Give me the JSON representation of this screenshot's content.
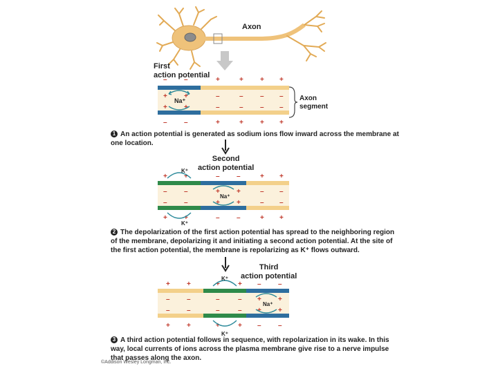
{
  "labels": {
    "axon": "Axon",
    "first_ap": "First\naction potential",
    "axon_segment": "Axon\nsegment",
    "second_ap": "Second\naction potential",
    "third_ap": "Third\naction potential",
    "na": "Na⁺",
    "k": "K⁺",
    "plus": "+",
    "minus": "–"
  },
  "captions": [
    {
      "num": "1",
      "text": "An action potential is generated as sodium ions flow inward across the membrane at one location."
    },
    {
      "num": "2",
      "text": "The depolarization of the first action potential has spread to the neighboring region of the membrane, depolarizing it and initiating a second action potential. At the site of the first action potential, the membrane is repolarizing as K⁺ flows outward."
    },
    {
      "num": "3",
      "text": "A third action potential follows in sequence, with repolarization in its wake. In this way, local currents of ions across the plasma membrane give rise to a nerve impulse that passes along the axon."
    }
  ],
  "copyright": "©Addison Wesley Longman, Inc.",
  "colors": {
    "membrane": "#f3d08a",
    "interior": "#fbf1dc",
    "blue_segment": "#2e6e9e",
    "green_segment": "#2f8a4a",
    "neuron_body": "#efc27a",
    "charge": "#c0392b",
    "arrow": "#2c8a9a"
  }
}
